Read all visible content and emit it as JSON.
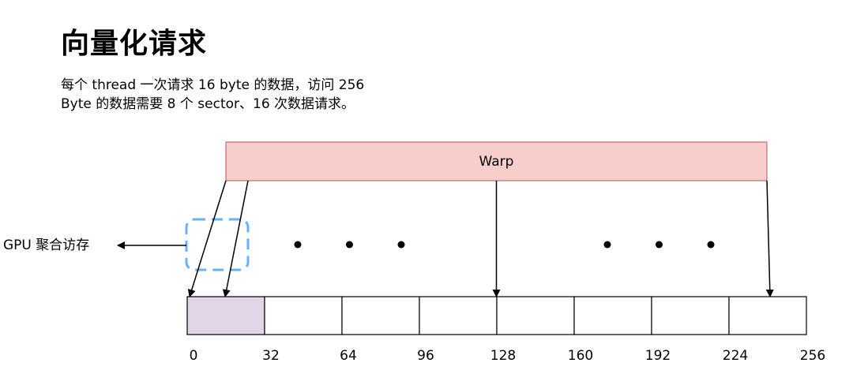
{
  "page": {
    "title": "向量化请求",
    "description": [
      "每个 thread 一次请求 16 byte 的数据，访问 256",
      "Byte 的数据需要 8 个 sector、16 次数据请求。"
    ]
  },
  "diagram": {
    "warp": {
      "label": "Warp",
      "fill": "#f8cecc",
      "stroke": "#b85450"
    },
    "coalesced_access": {
      "label": "GPU 聚合访存",
      "stroke": "#66b2ff"
    },
    "memory": {
      "highlight_fill": "#e1d5e7",
      "cell_count": 8,
      "highlighted_cells": 1,
      "byte_offsets": [
        "0",
        "32",
        "64",
        "96",
        "128",
        "160",
        "192",
        "224",
        "256"
      ]
    },
    "ellipsis_groups": 2,
    "dots_per_group": 3
  }
}
